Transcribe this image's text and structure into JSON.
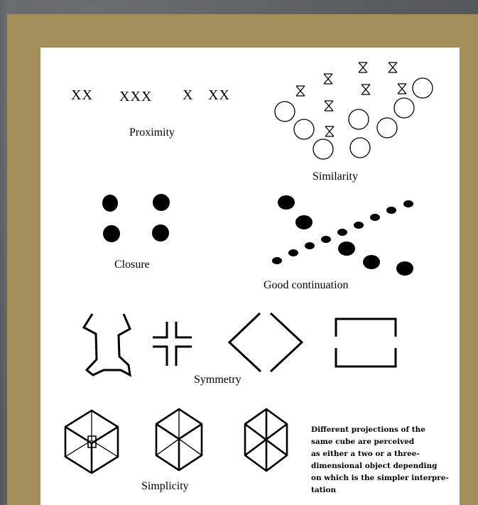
{
  "labels": {
    "proximity": "Proximity",
    "similarity": "Similarity",
    "closure": "Closure",
    "good_continuation": "Good continuation",
    "symmetry": "Symmetry",
    "simplicity": "Simplicity"
  },
  "proximity_groups": [
    "XX",
    "XXX",
    "X",
    "XX"
  ],
  "simplicity_note": [
    "Different projections of the",
    "same cube are perceived",
    "as either a two or a three-",
    "dimensional object depending",
    "on which is the simpler interpre-",
    "tation"
  ],
  "colors": {
    "frame": "#a38f5c",
    "paper": "#ffffff",
    "ink": "#000000"
  }
}
